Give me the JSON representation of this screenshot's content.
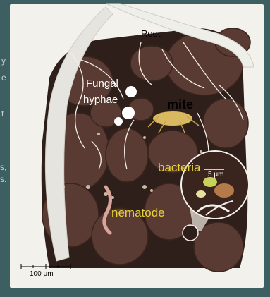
{
  "labels": {
    "root": "Root",
    "fungal_line1": "Fungal",
    "fungal_line2": "hyphae",
    "mite": "mite",
    "bacteria": "bacteria",
    "nematode": "nematode",
    "inset_scale": "5 μm",
    "scale_bar": "100 μm"
  },
  "side_text": [
    "y",
    "e",
    "t",
    "s,",
    "s."
  ],
  "colors": {
    "background": "#3d5f62",
    "panel": "#f2f1ec",
    "aggregate": "#5a3b33",
    "pore": "#2f1f1a",
    "root": "#efefea",
    "label_yellow": "#e8d23a",
    "label_white": "#ffffff"
  }
}
